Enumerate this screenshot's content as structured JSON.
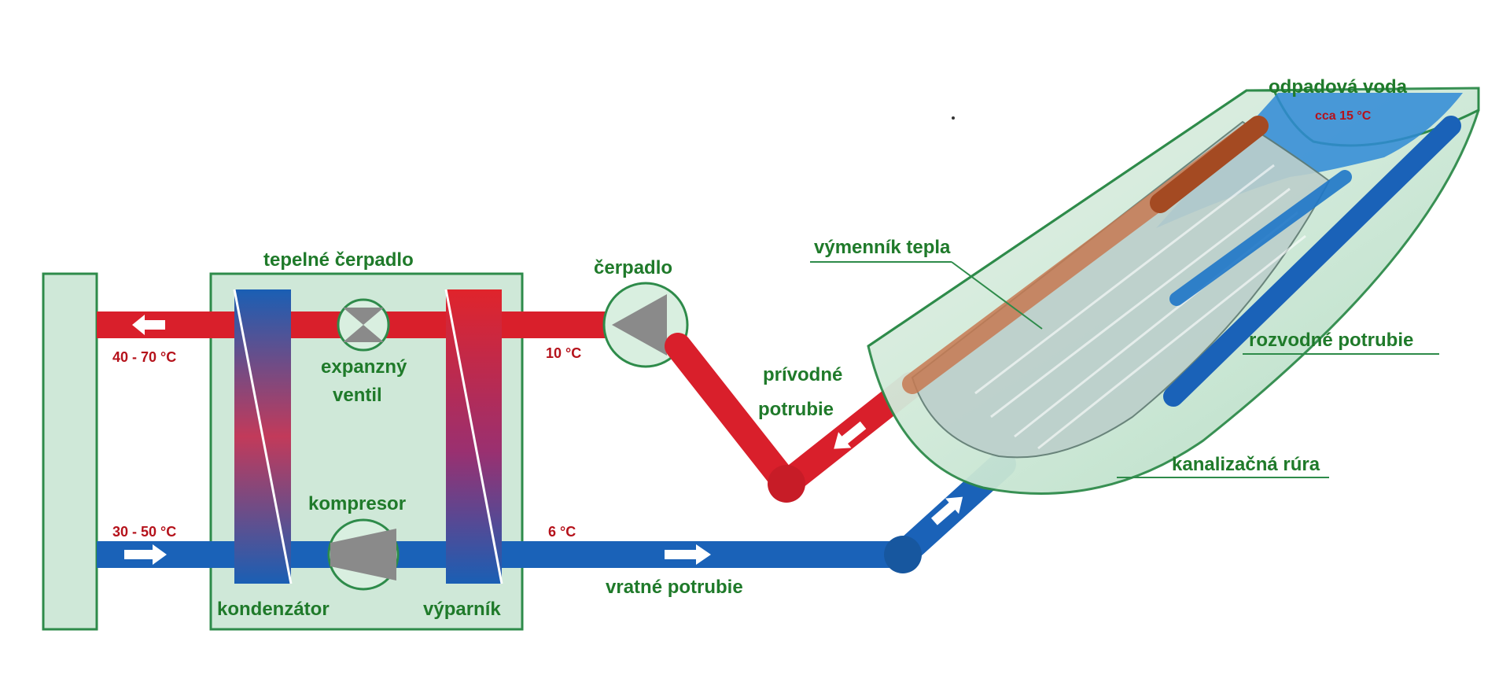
{
  "labels": {
    "heat_pump": "tepelné čerpadlo",
    "pump": "čerpadlo",
    "expansion_valve_line1": "expanzný",
    "expansion_valve_line2": "ventil",
    "compressor": "kompresor",
    "condenser": "kondenzátor",
    "evaporator": "výparník",
    "supply_pipe_line1": "prívodné",
    "supply_pipe_line2": "potrubie",
    "return_pipe": "vratné potrubie",
    "heat_exchanger": "výmenník tepla",
    "distribution_pipes": "rozvodné potrubie",
    "sewer_pipe": "kanalizačná rúra",
    "waste_water": "odpadová voda"
  },
  "temperatures": {
    "hot_out": "40 - 70 °C",
    "warm_return": "30 - 50 °C",
    "supply": "10 °C",
    "return": "6 °C",
    "waste_water": "cca 15 °C"
  },
  "colors": {
    "hot": "#d91f2b",
    "cold": "#1a62b8",
    "label_green": "#1f7a2a",
    "temp_red": "#b5121b",
    "box_fill": "#cfe8d8",
    "box_stroke": "#2e8b4a",
    "copper": "#b35a2d",
    "water": "#2f8ad6"
  }
}
